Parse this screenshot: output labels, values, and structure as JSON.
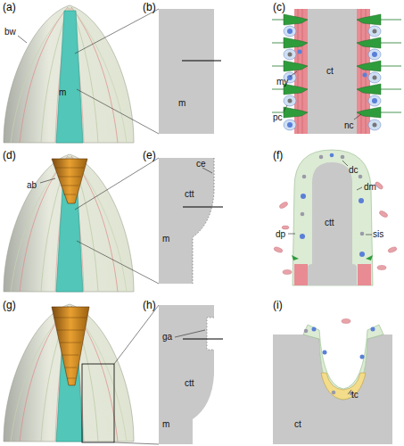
{
  "diagram": {
    "labels": [
      "(a)",
      "(b)",
      "(c)",
      "bw",
      "m",
      "m",
      "my",
      "pc",
      "ct",
      "nc",
      "(d)",
      "(e)",
      "(f)",
      "ab",
      "ce",
      "ctt",
      "m",
      "dc",
      "dm",
      "ctt",
      "dp",
      "sis",
      "(g)",
      "(h)",
      "(i)",
      "ga",
      "ctt",
      "m",
      "ct",
      "tc"
    ]
  }
}
